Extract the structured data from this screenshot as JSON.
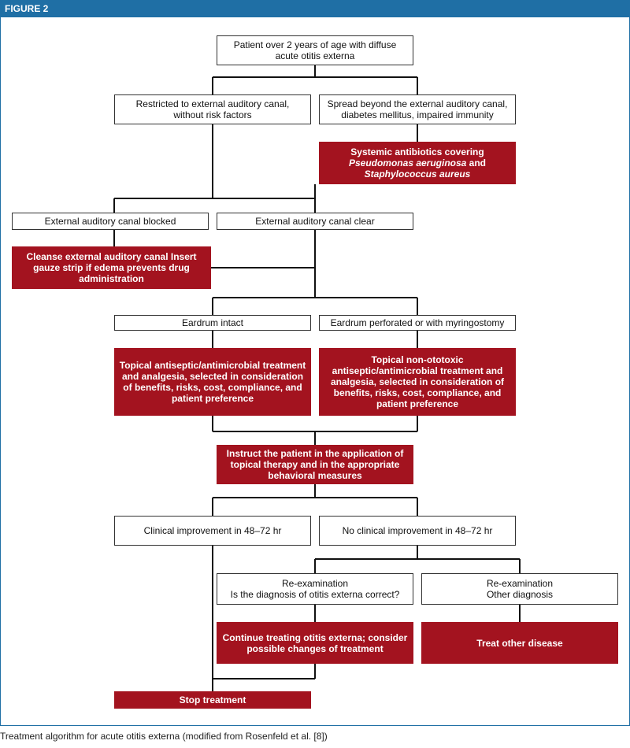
{
  "figure_label": "FIGURE 2",
  "caption": "Treatment algorithm for acute otitis externa (modified from Rosenfeld et al. [8])",
  "colors": {
    "header": "#1f6fa5",
    "action_box": "#a3131f",
    "connector": "#111111"
  },
  "nodes": {
    "start": {
      "text": "Patient over 2 years of age with diffuse acute otitis externa"
    },
    "restricted": {
      "text": "Restricted to external auditory canal, without risk factors"
    },
    "spread": {
      "text": "Spread beyond the external auditory canal, diabetes mellitus, impaired immunity"
    },
    "systemic": {
      "line1": "Systemic antibiotics covering",
      "line2": "Pseudomonas aeruginosa",
      "line2_and": " and",
      "line3": "Staphylococcus aureus"
    },
    "canal_blocked": {
      "text": "External auditory canal blocked"
    },
    "canal_clear": {
      "text": "External auditory canal clear"
    },
    "cleanse": {
      "text": "Cleanse external auditory canal Insert gauze strip if edema prevents drug administration"
    },
    "eardrum_intact": {
      "text": "Eardrum intact"
    },
    "eardrum_perforated": {
      "text": "Eardrum perforated or with myringostomy"
    },
    "topical_intact": {
      "text": "Topical antiseptic/antimicrobial treatment and analgesia, selected in consideration of benefits, risks, cost, compliance, and patient preference"
    },
    "topical_perforated": {
      "text": "Topical non-ototoxic antiseptic/antimicrobial treatment and analgesia, selected in consideration of benefits, risks, cost, compliance, and patient preference"
    },
    "instruct": {
      "text": "Instruct the patient in the application of topical therapy and in the appropriate behavioral measures"
    },
    "improvement": {
      "text": "Clinical improvement in 48–72 hr"
    },
    "no_improvement": {
      "text": "No clinical improvement in 48–72 hr"
    },
    "reexam_correct": {
      "line1": "Re-examination",
      "line2": "Is the diagnosis of otitis externa correct?"
    },
    "reexam_other": {
      "line1": "Re-examination",
      "line2": "Other diagnosis"
    },
    "continue": {
      "text": "Continue treating otitis externa; consider possible changes of treatment"
    },
    "treat_other": {
      "text": "Treat other disease"
    },
    "stop": {
      "text": "Stop treatment"
    }
  }
}
